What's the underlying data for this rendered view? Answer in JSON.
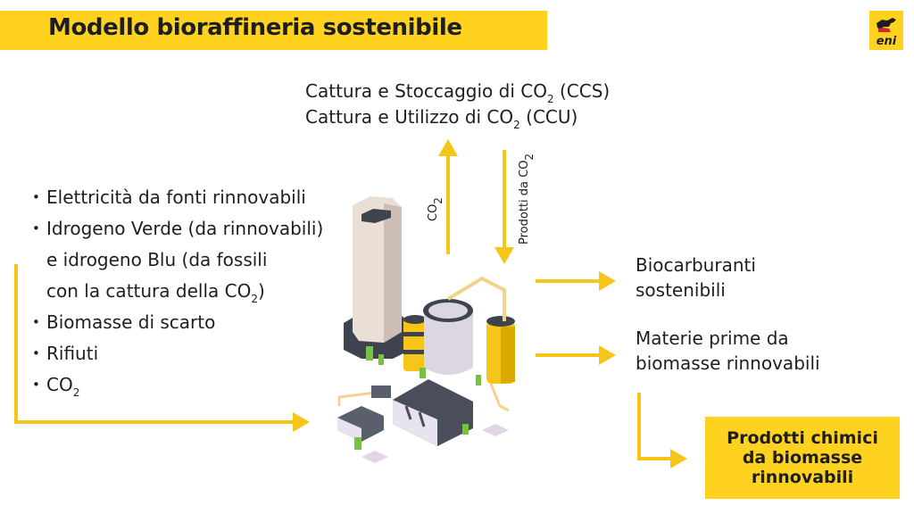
{
  "title": "Modello bioraffineria sostenibile",
  "logo_text": "eni",
  "top": {
    "line1_a": "Cattura e Stoccaggio di CO",
    "line1_sub": "2",
    "line1_b": " (CCS)",
    "line2_a": "Cattura e Utilizzo di CO",
    "line2_sub": "2",
    "line2_b": " (CCU)"
  },
  "arrow_labels": {
    "up_a": "CO",
    "up_sub": "2",
    "down_a": "Prodotti da CO",
    "down_sub": "2"
  },
  "inputs": {
    "item1": "Elettricità da fonti rinnovabili",
    "item2_line1": "Idrogeno Verde (da rinnovabili)",
    "item2_line2": "e idrogeno Blu (da fossili",
    "item2_line3_a": "con la cattura della CO",
    "item2_line3_sub": "2",
    "item2_line3_b": ")",
    "item3": "Biomasse di scarto",
    "item4": "Rifiuti",
    "item5_a": "CO",
    "item5_sub": "2"
  },
  "outputs": {
    "out1_line1": "Biocarburanti",
    "out1_line2": "sostenibili",
    "out2_line1": "Materie prime da",
    "out2_line2": "biomasse rinnovabili",
    "box_line1": "Prodotti chimici",
    "box_line2": "da biomasse",
    "box_line3": "rinnovabili"
  },
  "colors": {
    "accent": "#FFD21F",
    "arrow": "#F5C518",
    "text": "#1e1e1e"
  }
}
